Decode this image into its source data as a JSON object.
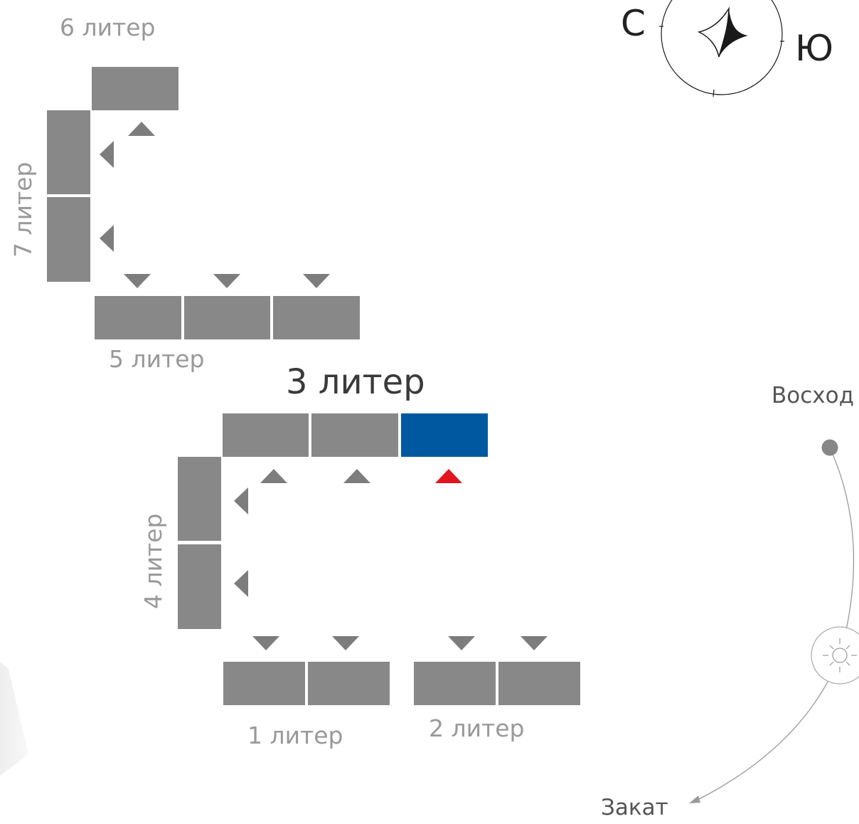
{
  "buildings": {
    "litera_6": {
      "label": "6 литер"
    },
    "litera_7": {
      "label": "7 литер"
    },
    "litera_5": {
      "label": "5 литер"
    },
    "litera_3": {
      "label": "3 литер",
      "highlighted_section": 3
    },
    "litera_4": {
      "label": "4 литер"
    },
    "litera_1": {
      "label": "1 литер"
    },
    "litera_2": {
      "label": "2 литер"
    }
  },
  "compass": {
    "left_label": "С",
    "right_label": "Ю"
  },
  "sun_path": {
    "sunrise_label": "Восход",
    "sunset_label": "Закат"
  },
  "colors": {
    "building": "#888889",
    "selected_section": "#0059a0",
    "entrance_arrow": "#7d7d7d",
    "selected_arrow": "#e3151f",
    "label_gray": "#999999",
    "label_dark": "#3a3a3a"
  }
}
